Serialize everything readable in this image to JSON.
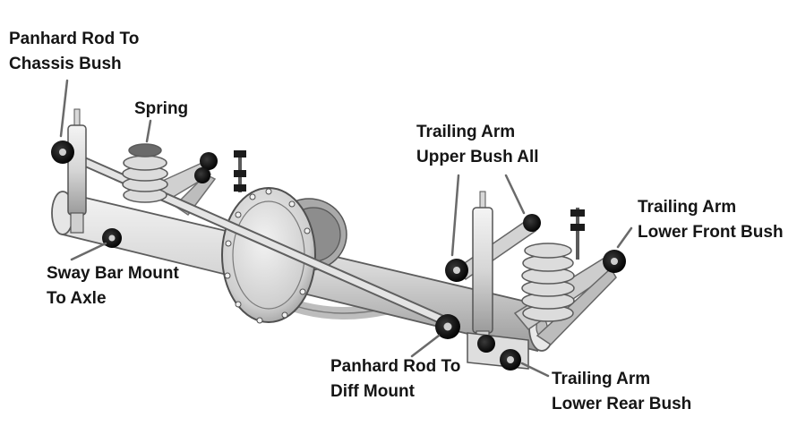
{
  "diagram": {
    "labels": {
      "panhard_rod_to_chassis_bush": [
        "Panhard Rod To",
        "Chassis Bush"
      ],
      "spring": [
        "Spring"
      ],
      "trailing_arm_upper_bush_all": [
        "Trailing Arm",
        "Upper Bush All"
      ],
      "trailing_arm_lower_front_bush": [
        "Trailing Arm",
        "Lower Front Bush"
      ],
      "sway_bar_mount_to_axle": [
        "Sway Bar Mount",
        "To Axle"
      ],
      "panhard_rod_to_diff_mount": [
        "Panhard Rod To",
        "Diff Mount"
      ],
      "trailing_arm_lower_rear_bush": [
        "Trailing Arm",
        "Lower Rear Bush"
      ]
    }
  }
}
